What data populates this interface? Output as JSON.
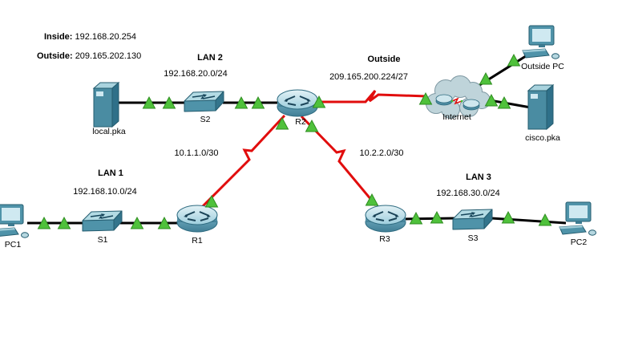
{
  "app": {
    "name": "Packet Tracer network topology"
  },
  "notes": {
    "inside_label": "Inside:",
    "inside_value": "192.168.20.254",
    "outside_label": "Outside:",
    "outside_value": "209.165.202.130"
  },
  "segments": {
    "lan1": {
      "title": "LAN 1",
      "subnet": "192.168.10.0/24"
    },
    "lan2": {
      "title": "LAN 2",
      "subnet": "192.168.20.0/24"
    },
    "lan3": {
      "title": "LAN 3",
      "subnet": "192.168.30.0/24"
    },
    "outside": {
      "title": "Outside",
      "subnet": "209.165.200.224/27"
    },
    "serial_r1_r2": {
      "subnet": "10.1.1.0/30"
    },
    "serial_r2_r3": {
      "subnet": "10.2.2.0/30"
    }
  },
  "devices": {
    "pc1": {
      "label": "PC1",
      "type": "pc"
    },
    "s1": {
      "label": "S1",
      "type": "switch"
    },
    "r1": {
      "label": "R1",
      "type": "router"
    },
    "r3": {
      "label": "R3",
      "type": "router"
    },
    "s3": {
      "label": "S3",
      "type": "switch"
    },
    "pc2": {
      "label": "PC2",
      "type": "pc"
    },
    "local_server": {
      "label": "local.pka",
      "type": "server"
    },
    "s2": {
      "label": "S2",
      "type": "switch"
    },
    "r2": {
      "label": "R2",
      "type": "router"
    },
    "internet": {
      "label": "Internet",
      "type": "cloud"
    },
    "outside_pc": {
      "label": "Outside PC",
      "type": "pc"
    },
    "cisco_server": {
      "label": "cisco.pka",
      "type": "server"
    }
  },
  "colors": {
    "ethernet_link": "#000000",
    "serial_link": "#e10d0d",
    "link_up_indicator": "#4fc13b"
  }
}
